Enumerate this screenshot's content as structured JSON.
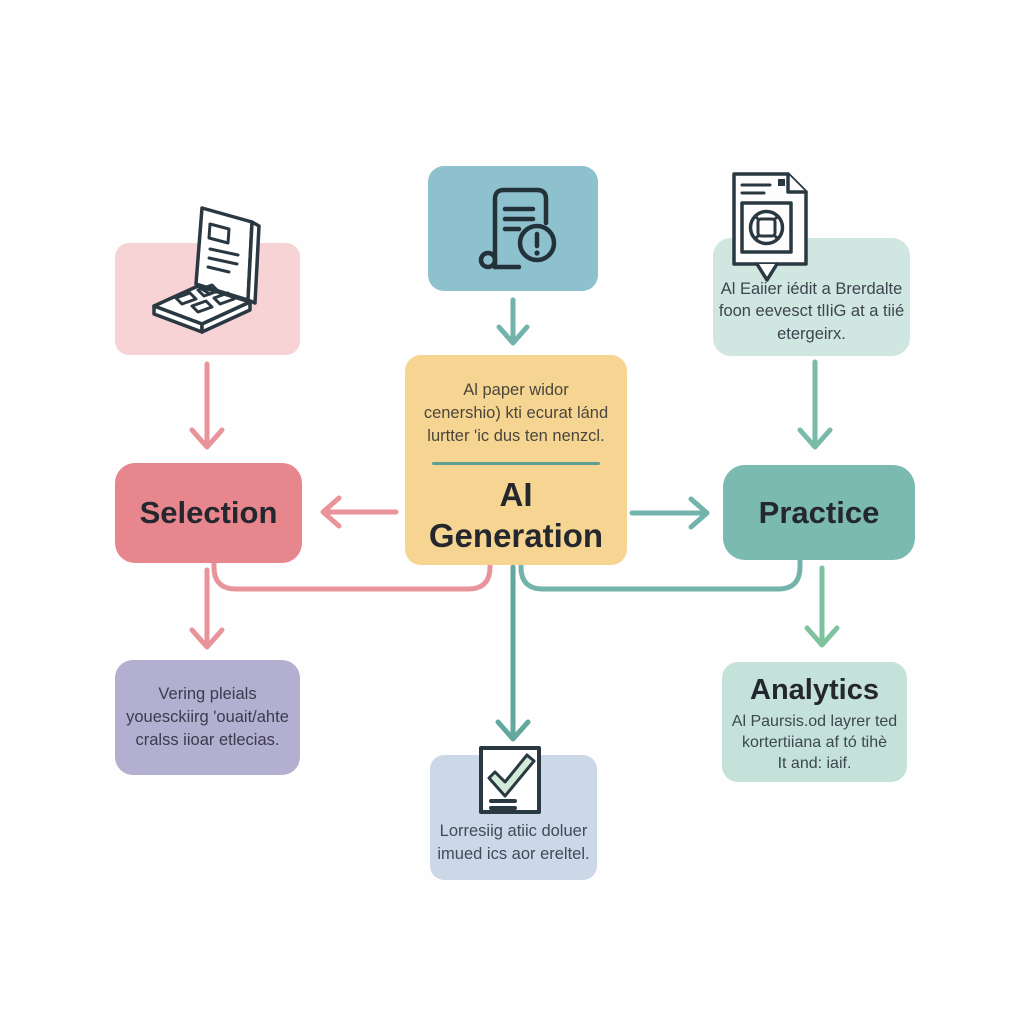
{
  "diagram": {
    "nodes": {
      "top_left": {
        "color": "#f8d3d5",
        "icon": "laptop-icon"
      },
      "top_center": {
        "color": "#8ec1ce",
        "icon": "document-alert-icon"
      },
      "top_right": {
        "color": "#cfe6e1",
        "icon": "document-globe-icon",
        "lines": [
          "Al Eaiier iédit a Brerdalte",
          "foon eevesct tlIiG at a tiié",
          "etergeirx."
        ]
      },
      "selection": {
        "label": "Selection",
        "color": "#e8868e"
      },
      "ai_generation": {
        "color": "#f6d593",
        "lines": [
          "Al paper widor",
          "cenershio) kti ecurat lánd",
          "lurtter 'ic dus ten nenzcl."
        ],
        "title_line1": "AI",
        "title_line2": "Generation"
      },
      "practice": {
        "label": "Practice",
        "color": "#7bbab0"
      },
      "bottom_left": {
        "color": "#b2afd0",
        "lines": [
          "Vering pleials",
          "youesckiirg 'ouait/ahte",
          "cralss iioar etlecias."
        ]
      },
      "bottom_center": {
        "color": "#ccd7e8",
        "icon": "checklist-icon",
        "lines": [
          "Lorresiig atiic doluer",
          "imued ics aor ereltel."
        ]
      },
      "analytics": {
        "title": "Analytics",
        "color": "#c4e2d9",
        "lines": [
          "Al Paursis.od layrer ted",
          "kortertiiana af tó tihè",
          "It and: iaif."
        ]
      }
    },
    "colors": {
      "salmon_arrow": "#e9939b",
      "teal_arrow": "#72b4ab",
      "teal_arrow_dark": "#63a89f",
      "green_arrow": "#7ec29e",
      "teal_light_arrow": "#79bba8",
      "divider": "#5f9f90",
      "icon_stroke": "#2a3842",
      "background": "#fefefe"
    }
  }
}
